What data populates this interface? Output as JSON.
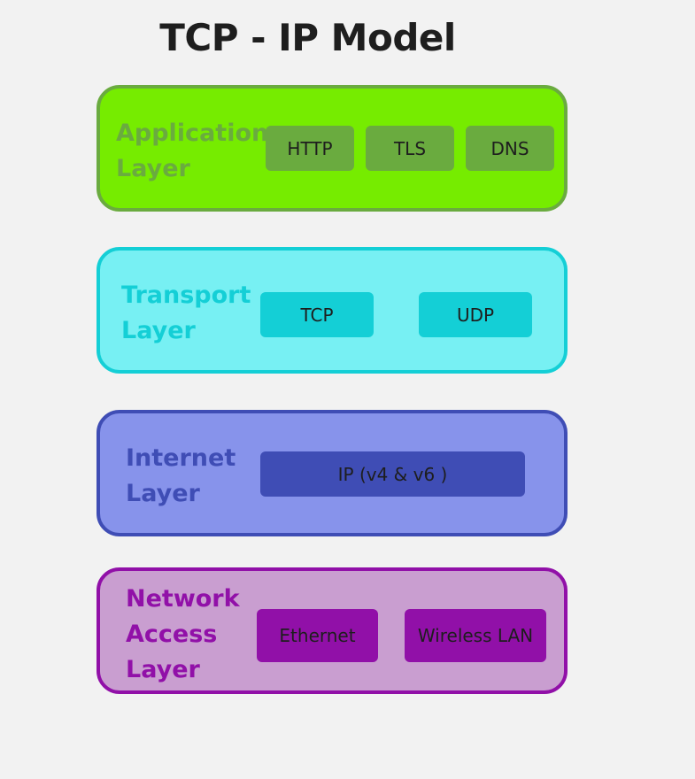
{
  "title": "TCP - IP Model",
  "layers": [
    {
      "name_line1": "Application",
      "name_line2": "Layer",
      "protocols": [
        "HTTP",
        "TLS",
        "DNS"
      ],
      "colors": {
        "fill": "#76ec00",
        "border": "#6aab3f",
        "label": "#6aab3f",
        "box": "#6aab3f"
      }
    },
    {
      "name_line1": "Transport",
      "name_line2": "Layer",
      "protocols": [
        "TCP",
        "UDP"
      ],
      "colors": {
        "fill": "#77f0f3",
        "border": "#14cfd6",
        "label": "#14cfd6",
        "box": "#14cfd6"
      }
    },
    {
      "name_line1": "Internet",
      "name_line2": "Layer",
      "protocols": [
        "IP (v4 & v6 )"
      ],
      "colors": {
        "fill": "#8793eb",
        "border": "#3f4db5",
        "label": "#3f4db5",
        "box": "#3f4db5"
      }
    },
    {
      "name_line1": "Network",
      "name_line2": "Access",
      "name_line3": "Layer",
      "protocols": [
        "Ethernet",
        "Wireless LAN"
      ],
      "colors": {
        "fill": "#c99ed0",
        "border": "#9110a8",
        "label": "#9110a8",
        "box": "#9110a8"
      }
    }
  ]
}
